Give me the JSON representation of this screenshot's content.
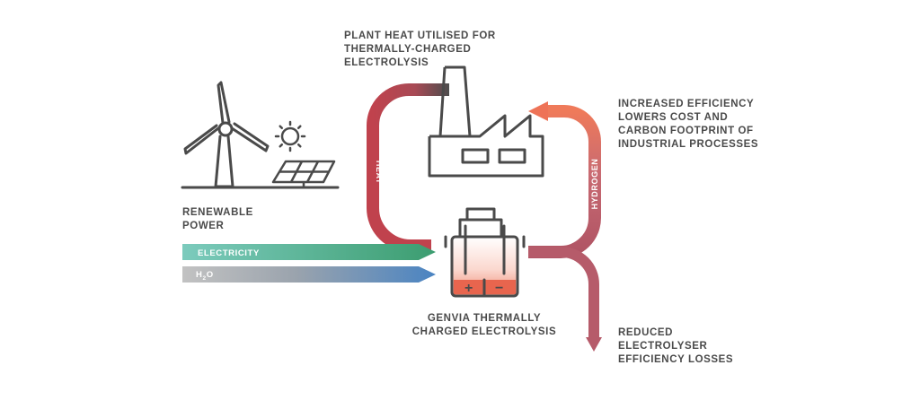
{
  "labels": {
    "plant_heat": "PLANT HEAT UTILISED FOR\nTHERMALLY-CHARGED\nELECTROLYSIS",
    "efficiency": "INCREASED EFFICIENCY\nLOWERS COST AND\nCARBON FOOTPRINT OF\nINDUSTRIAL PROCESSES",
    "renewable": "RENEWABLE\nPOWER",
    "genvia": "GENVIA THERMALLY\nCHARGED ELECTROLYSIS",
    "reduced": "REDUCED\nELECTROLYSER\nEFFICIENCY LOSSES"
  },
  "flows": {
    "heat": "HEAT",
    "hydrogen": "HYDROGEN",
    "electricity": "ELECTRICITY",
    "water_main": "H",
    "water_sub": "2",
    "water_end": "O"
  },
  "battery": {
    "plus": "+",
    "minus": "−"
  },
  "colors": {
    "heat": "#c0424d",
    "hydrogen_top": "#ee7357",
    "hydrogen_bottom": "#b05464",
    "electricity_start": "#7ccbbd",
    "electricity_end": "#3c9d70",
    "water_start": "#bdbdbd",
    "water_end": "#4a84c2",
    "icon": "#4a4a4a",
    "battery_fill": "#e8654e"
  }
}
